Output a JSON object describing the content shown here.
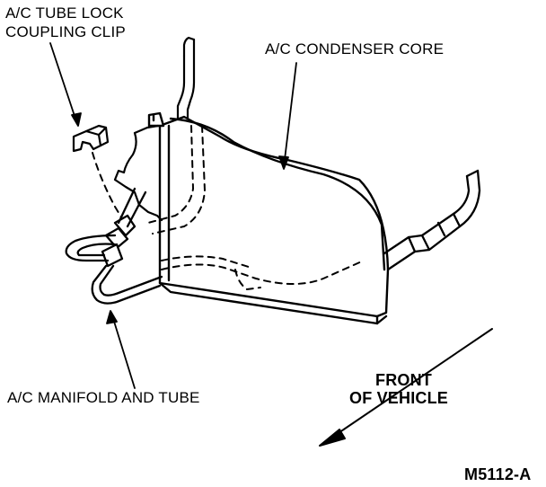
{
  "labels": {
    "tube_lock_line1": "A/C TUBE LOCK",
    "tube_lock_line2": "COUPLING CLIP",
    "condenser_core": "A/C CONDENSER CORE",
    "manifold_and_tube": "A/C MANIFOLD AND TUBE",
    "front_line1": "FRONT",
    "front_line2": "OF VEHICLE",
    "figure_id": "M5112-A"
  },
  "colors": {
    "ink": "#000000",
    "background": "#ffffff"
  }
}
